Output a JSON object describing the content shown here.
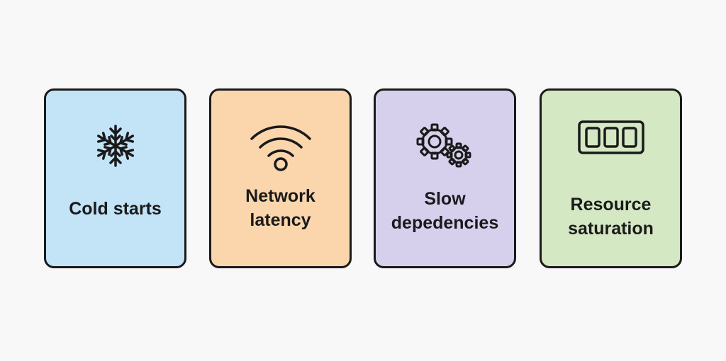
{
  "cards": [
    {
      "label": "Cold starts",
      "icon": "snowflake-icon",
      "color": "#c3e3f7"
    },
    {
      "label": "Network\nlatency",
      "icon": "wifi-icon",
      "color": "#fbd6ac"
    },
    {
      "label": "Slow\ndepedencies",
      "icon": "gears-icon",
      "color": "#d7d0ed"
    },
    {
      "label": "Resource\nsaturation",
      "icon": "battery-icon",
      "color": "#d4e8c4"
    }
  ]
}
